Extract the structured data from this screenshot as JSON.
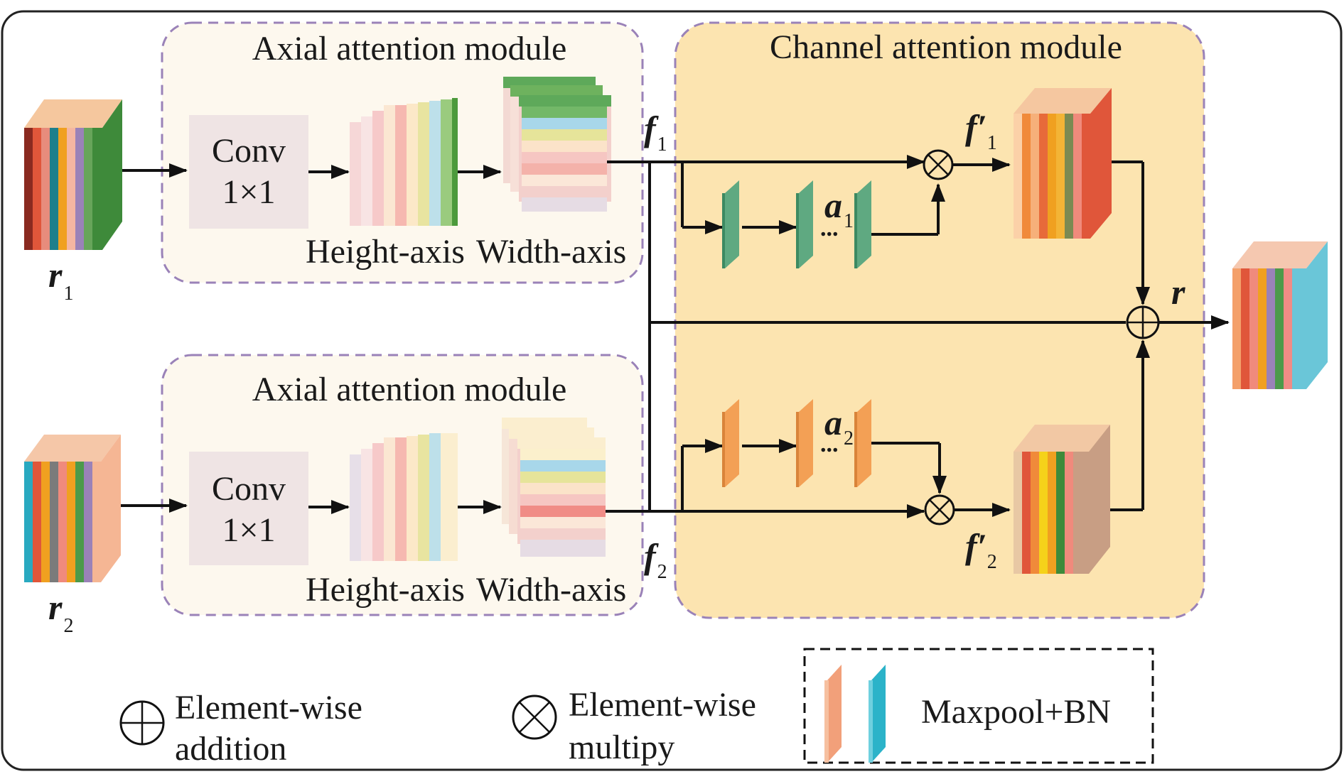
{
  "axial_modules": [
    {
      "title": "Axial attention module",
      "input_label": "r",
      "input_sub": "1",
      "conv_line1": "Conv",
      "conv_line2": "1×1",
      "height_label": "Height-axis",
      "width_label": "Width-axis",
      "output_label": "f",
      "output_sub": "1"
    },
    {
      "title": "Axial attention module",
      "input_label": "r",
      "input_sub": "2",
      "conv_line1": "Conv",
      "conv_line2": "1×1",
      "height_label": "Height-axis",
      "width_label": "Width-axis",
      "output_label": "f",
      "output_sub": "2"
    }
  ],
  "channel_module": {
    "title": "Channel attention module",
    "weight1_label": "a",
    "weight1_sub": "1",
    "weight2_label": "a",
    "weight2_sub": "2",
    "refined1_label": "f′",
    "refined1_sub": "1",
    "refined2_label": "f′",
    "refined2_sub": "2",
    "output_label": "r"
  },
  "legend": {
    "add_line1": "Element-wise",
    "add_line2": "addition",
    "mul_line1": "Element-wise",
    "mul_line2": "multipy",
    "pool_label": "Maxpool+BN"
  },
  "colors": {
    "axial_bg": "#fdf8ee",
    "axial_border": "#9a82b8",
    "channel_bg": "#fce4b0",
    "channel_border": "#9a82b8",
    "conv_box": "#efe4e4",
    "green_block": "#7bbf9b",
    "orange_block": "#f3a055",
    "maxpool_orange": "#f2a07a",
    "bn_cyan": "#2bb3c9"
  }
}
